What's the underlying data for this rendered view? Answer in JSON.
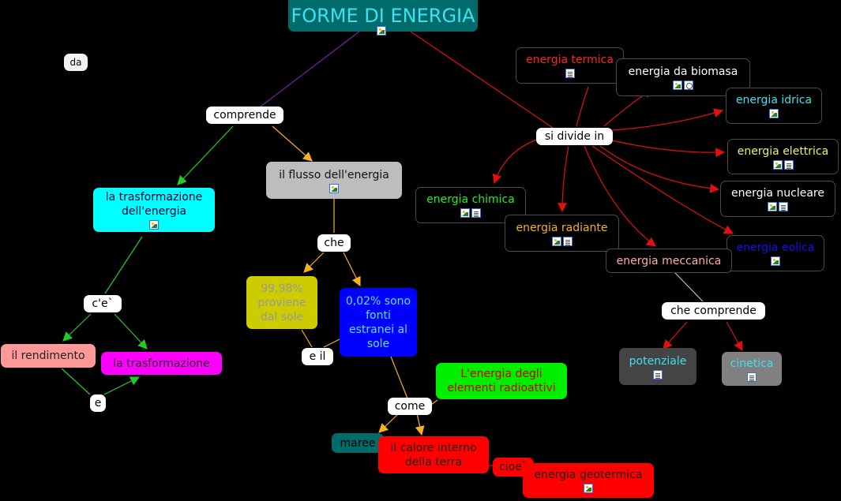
{
  "nodes": {
    "forme": "FORME DI ENERGIA",
    "da": "da",
    "comprende": "comprende",
    "flusso": "il flusso dell'energia",
    "trasformazione_energia": "la trasformazione dell'energia",
    "che": "che",
    "ce": "c'e`",
    "rendimento": "il rendimento",
    "trasformazione": "la trasformazione",
    "e": "e",
    "p9998": "99,98% proviene dal sole",
    "p002": "0,02% sono fonti estranei al sole",
    "e_il": "e il",
    "come": "come",
    "radioattivi": "L'energia degli elementi radioattivi",
    "maree": "maree",
    "calore": "il calore interno della terra",
    "cioe": "cioe`",
    "geotermica": "energia geotermica",
    "termica": "energia termica",
    "biomasa": "energia da biomasa",
    "idrica": "energia idrica",
    "si_divide": "si divide in",
    "elettrica": "energia elettrica",
    "nucleare": "energia nucleare",
    "chimica": "energia chimica",
    "radiante": "energia radiante",
    "eolica": "energia eolica",
    "meccanica": "energia meccanica",
    "che_comprende": "che comprende",
    "potenziale": "potenziale",
    "cinetica": "cinetica"
  },
  "colors": {
    "title_bg": "#006b6b",
    "title_text": "#40e0f0",
    "link_purple": "#7b1fa2",
    "link_green": "#22cc22",
    "link_orange": "#f5b025",
    "link_red": "#e01010",
    "link_gray": "#bbbbbb"
  },
  "icon_types": [
    "image-icon",
    "document-icon",
    "resource-icon"
  ]
}
